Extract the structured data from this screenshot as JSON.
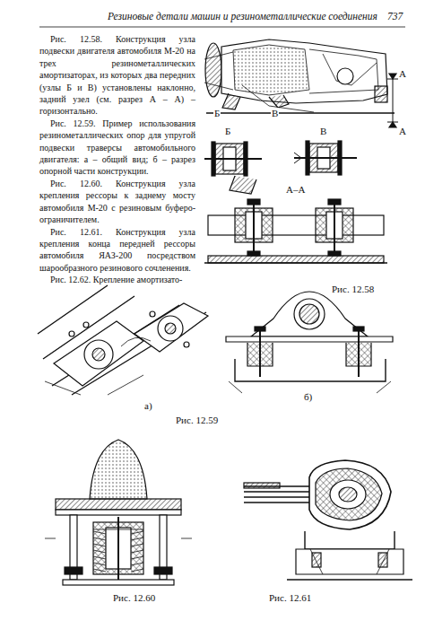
{
  "diagram": {
    "labels": [
      "Резиновые детали машин и резинометаллические соединения",
      "737",
      "Рис. 12.58. Конструкция узла подвески двигателя автомобиля М-20 на трех резинометаллических амортизаторах, из которых два передних (узлы Б и В) установлены наклонно, задний узел (см. разрез А – А) – горизонтально.",
      "Рис. 12.59. Пример использования резинометаллических опор для упругой подвески траверсы автомобильного двигателя: а – общий вид; б – разрез опорной части конструкции.",
      "Рис. 12.60. Конструкция узла крепления рессоры к заднему мосту автомобиля М-20 с резиновым буферо-ограничителем.",
      "Рис. 12.61. Конструкция узла крепления конца передней рессоры автомобиля ЯАЗ-200 посредством шарообразного резинового сочленения.",
      "Рис. 12.62. Крепление амортизато-",
      "А",
      "А",
      "Б",
      "В",
      "Б",
      "В",
      "А–А",
      "Рис. 12.58",
      "а)",
      "б)",
      "Рис. 12.59",
      "Рис. 12.60",
      "Рис. 12.61"
    ]
  }
}
